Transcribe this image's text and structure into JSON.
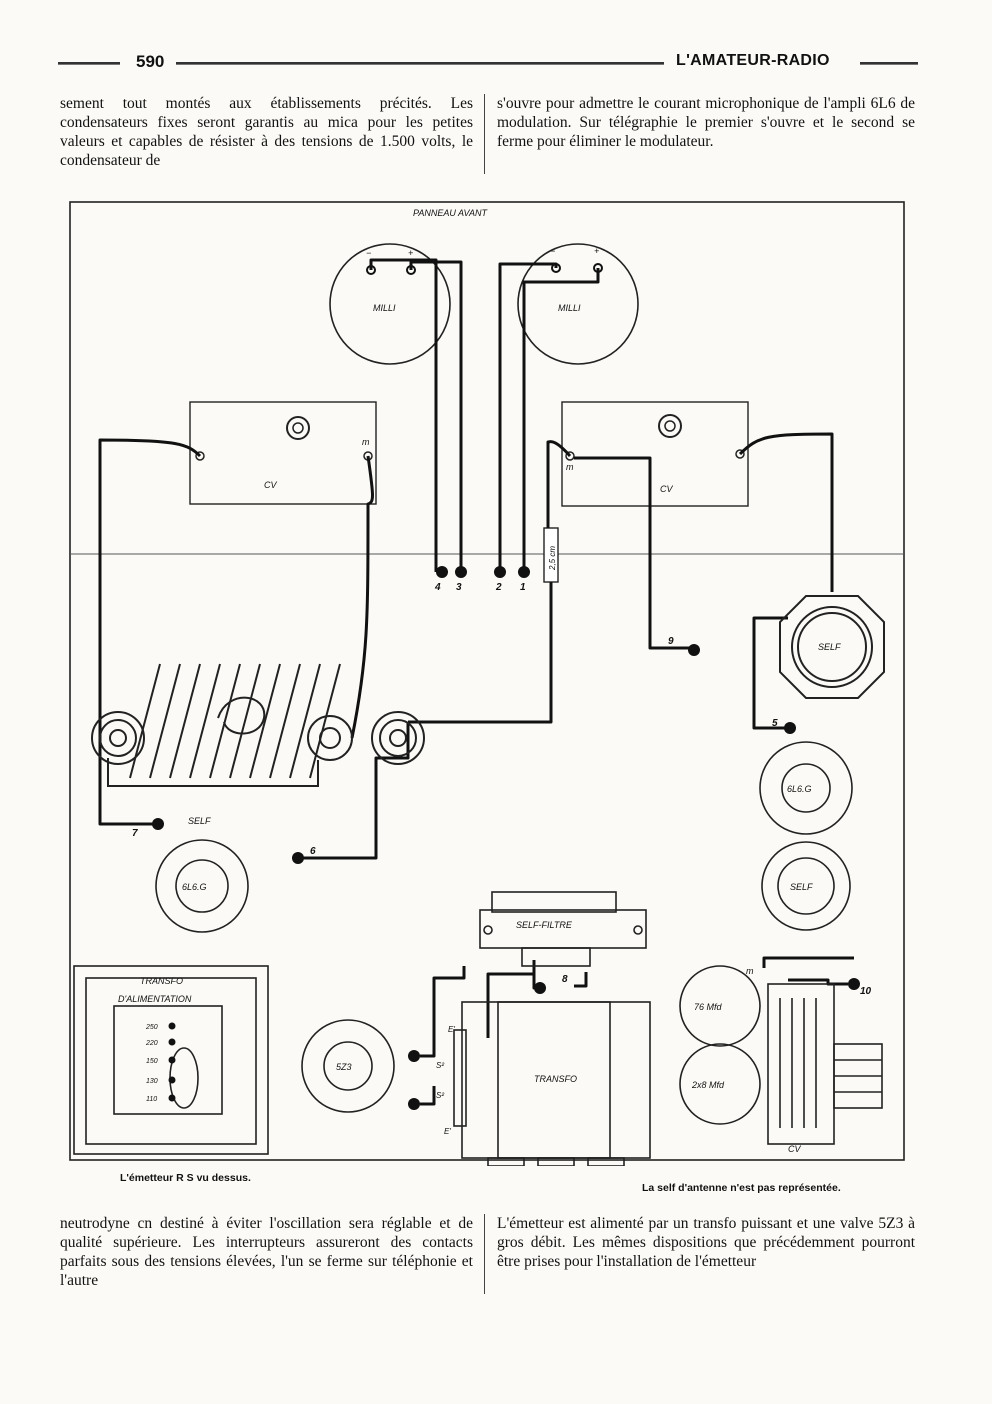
{
  "header": {
    "page_number": "590",
    "journal": "L'AMATEUR-RADIO"
  },
  "text": {
    "top_left": "sement tout montés aux établissements précités. Les condensateurs fixes seront garantis au mica pour les petites valeurs et capables de résister à des tensions de 1.500 volts, le condensateur de",
    "top_right": "s'ouvre pour admettre le courant microphonique de l'ampli 6L6 de modulation. Sur télégraphie le premier s'ouvre et le second se ferme pour éliminer le modulateur.",
    "bottom_left": "neutrodyne cn destiné à éviter l'oscillation sera réglable et de qualité supérieure. Les interrupteurs assureront des contacts parfaits sous des tensions élevées, l'un se ferme sur téléphonie et l'autre",
    "bottom_right": "L'émetteur est alimenté par un transfo puissant et une valve 5Z3 à gros débit. Les mêmes dispositions que précédemment pourront être prises pour l'installation de l'émetteur"
  },
  "figure": {
    "panel_label": "PANNEAU AVANT",
    "milli_left": {
      "label": "MILLI",
      "minus": "−",
      "plus": "+"
    },
    "milli_right": {
      "label": "MILLI",
      "minus": "−",
      "plus": "+"
    },
    "cv_left": "CV",
    "cv_right": "CV",
    "m_marker": "m",
    "terminals": {
      "t4": "4",
      "t3": "3",
      "t2": "2",
      "t1": "1",
      "t9": "9",
      "t5": "5",
      "t7": "7",
      "t6": "6",
      "t8": "8",
      "t10": "10"
    },
    "resistor_label": "2,5 cm",
    "self_coil": "SELF",
    "self_right": "SELF",
    "self_small": "SELF",
    "tube_left": "6L6.G",
    "tube_right": "6L6.G",
    "self_filtre": "SELF-FILTRE",
    "transfo_alim": {
      "title1": "TRANSFO",
      "title2": "D'ALIMENTATION",
      "taps": [
        "250",
        "220",
        "150",
        "130",
        "110"
      ]
    },
    "valve": "5Z3",
    "transfo": "TRANSFO",
    "transfo_pins": {
      "e1": "E'",
      "s2a": "S²",
      "s2b": "S²",
      "e2": "E'"
    },
    "cap_76": "76 Mfd",
    "cap_2x8": "2x8 Mfd",
    "cv_bottom": "CV",
    "caption_left": "L'émetteur R S vu dessus.",
    "caption_right": "La self d'antenne n'est pas représentée."
  }
}
